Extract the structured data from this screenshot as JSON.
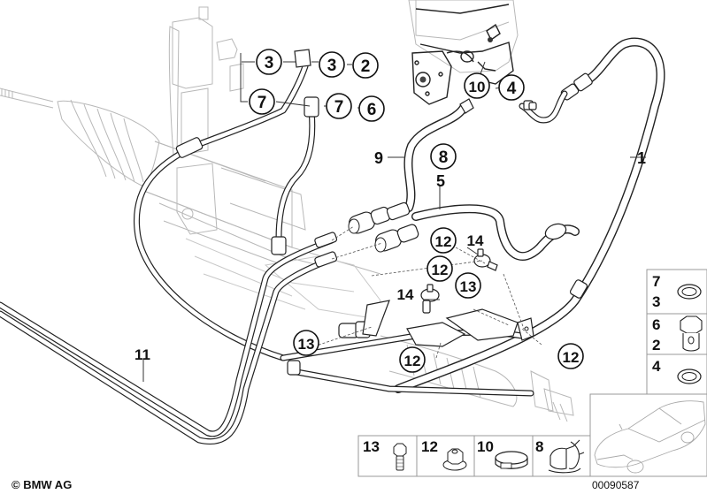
{
  "diagram": {
    "title": "Power steering hoses / lines exploded parts diagram",
    "copyright": "© BMW AG",
    "image_number": "00090587"
  },
  "callouts_circled": [
    {
      "id": "c3a",
      "label": "3"
    },
    {
      "id": "c3b",
      "label": "3"
    },
    {
      "id": "c2",
      "label": "2"
    },
    {
      "id": "c7a",
      "label": "7"
    },
    {
      "id": "c7b",
      "label": "7"
    },
    {
      "id": "c6",
      "label": "6"
    },
    {
      "id": "c10",
      "label": "10"
    },
    {
      "id": "c4",
      "label": "4"
    },
    {
      "id": "c8",
      "label": "8"
    },
    {
      "id": "c12a",
      "label": "12"
    },
    {
      "id": "c12b",
      "label": "12"
    },
    {
      "id": "c13a",
      "label": "13"
    },
    {
      "id": "c13b",
      "label": "13"
    },
    {
      "id": "c12c",
      "label": "12"
    },
    {
      "id": "c12d",
      "label": "12"
    }
  ],
  "callouts_plain": [
    {
      "id": "p1",
      "label": "1"
    },
    {
      "id": "p9",
      "label": "9"
    },
    {
      "id": "p5",
      "label": "5"
    },
    {
      "id": "p14a",
      "label": "14"
    },
    {
      "id": "p14b",
      "label": "14"
    },
    {
      "id": "p11",
      "label": "11"
    }
  ],
  "legend_right": [
    {
      "labels": [
        "7",
        "3"
      ],
      "part": "sealing-ring"
    },
    {
      "labels": [
        "6",
        "2"
      ],
      "part": "banjo-bolt"
    },
    {
      "labels": [
        "4"
      ],
      "part": "sealing-ring"
    }
  ],
  "legend_bottom": [
    {
      "label": "13",
      "part": "hex-bolt"
    },
    {
      "label": "12",
      "part": "collar-nut"
    },
    {
      "label": "10",
      "part": "hose-clamp"
    },
    {
      "label": "8",
      "part": "hose-clip"
    }
  ],
  "vehicle_thumbnail": {
    "part": "car-outline"
  }
}
